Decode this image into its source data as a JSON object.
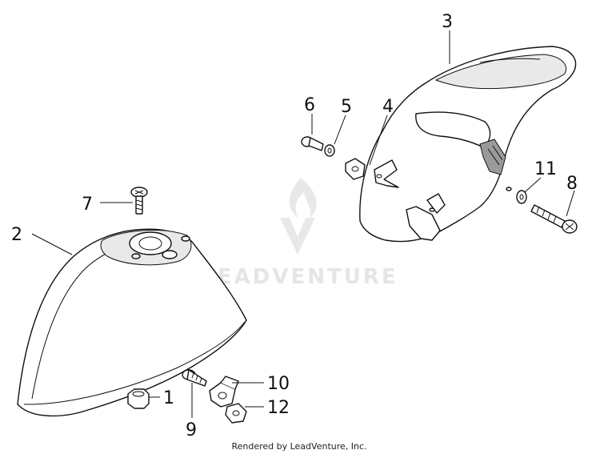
{
  "diagram": {
    "callouts": [
      {
        "id": "1",
        "label": "1"
      },
      {
        "id": "2",
        "label": "2"
      },
      {
        "id": "3",
        "label": "3"
      },
      {
        "id": "4",
        "label": "4"
      },
      {
        "id": "5",
        "label": "5"
      },
      {
        "id": "6",
        "label": "6"
      },
      {
        "id": "7",
        "label": "7"
      },
      {
        "id": "8",
        "label": "8"
      },
      {
        "id": "9",
        "label": "9"
      },
      {
        "id": "10",
        "label": "10"
      },
      {
        "id": "11",
        "label": "11"
      },
      {
        "id": "12",
        "label": "12"
      }
    ],
    "watermark": {
      "brand": "LEADVENTURE",
      "icon": "leadventure-flame-logo"
    },
    "credit": "Rendered by LeadVenture, Inc."
  }
}
